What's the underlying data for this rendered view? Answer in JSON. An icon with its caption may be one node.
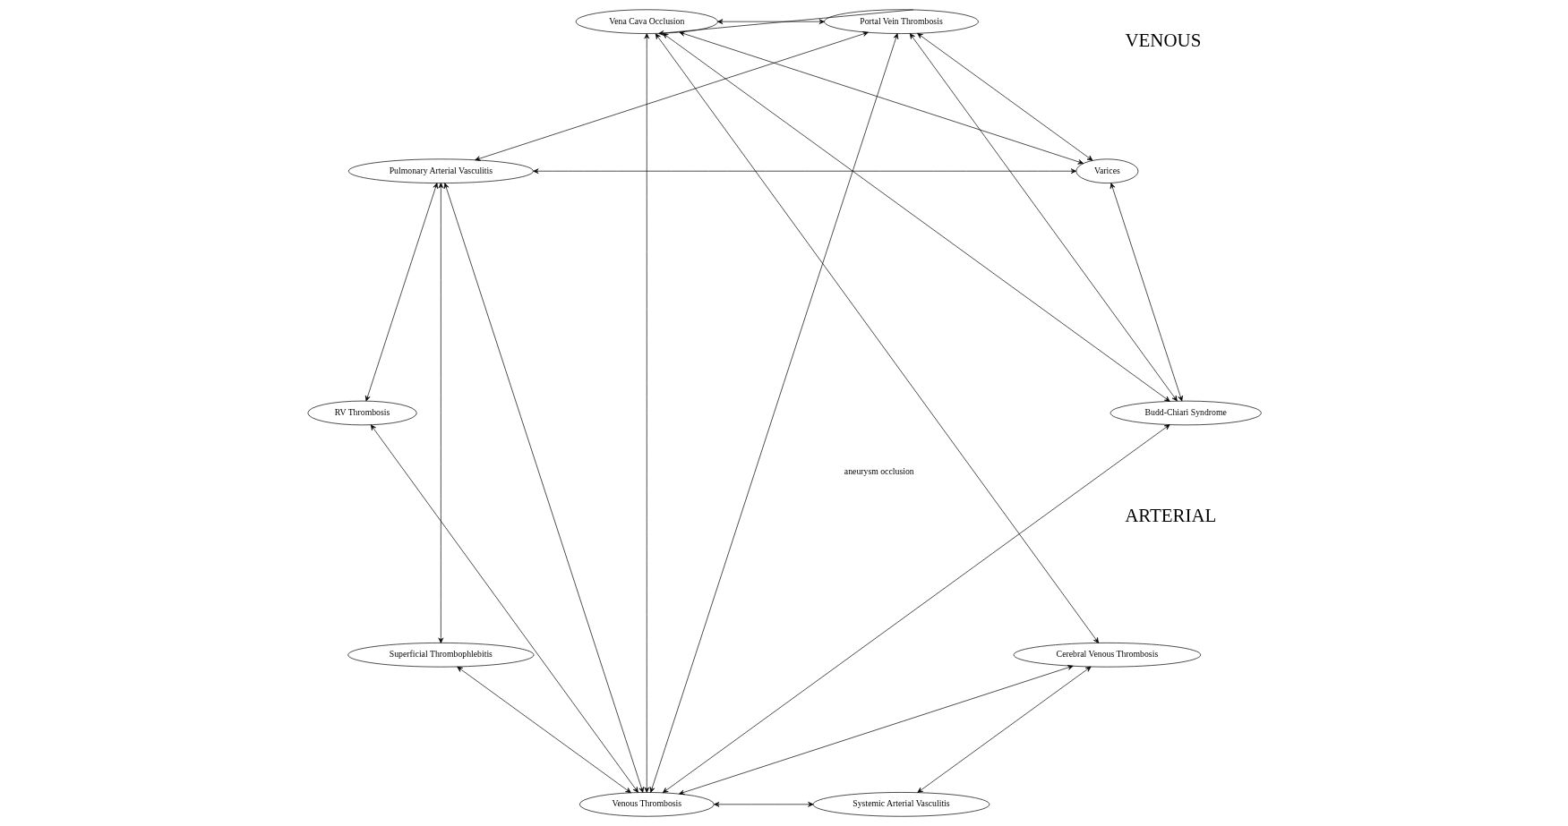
{
  "diagram": {
    "nodes": [
      {
        "text": [
          "Vena Cava Occlusion"
        ]
      },
      {
        "text": [
          "Portal Vein Thrombosis"
        ]
      },
      {
        "text": [
          "Budd-Chiari Syndrome"
        ]
      },
      {
        "text": [
          "Pulmonary Arterial Vasculitis"
        ]
      },
      {
        "text": [
          "RV Thrombosis"
        ]
      },
      {
        "text": [
          "Venous Thrombosis"
        ]
      },
      {
        "text": [
          "Superficial Thrombophlebitis"
        ]
      },
      {
        "text": [
          "Systemic Arterial Vasculitis"
        ]
      },
      {
        "text": [
          "Cerebral Venous Thrombosis"
        ]
      },
      {
        "text": [
          "Varices"
        ]
      }
    ],
    "edges": [
      {
        "from": 1,
        "to": 0,
        "arrow": "both"
      },
      {
        "from": 1,
        "to": 0,
        "arrow": "to"
      },
      {
        "from": 1,
        "to": 2,
        "arrow": "both"
      },
      {
        "from": 0,
        "to": 2,
        "arrow": "both"
      },
      {
        "from": 0,
        "to": 9,
        "arrow": "both"
      },
      {
        "from": 0,
        "to": 8,
        "arrow": "both"
      },
      {
        "from": 0,
        "to": 5,
        "arrow": "both"
      },
      {
        "from": 2,
        "to": 9,
        "arrow": "both"
      },
      {
        "from": 2,
        "to": 5,
        "arrow": "both"
      },
      {
        "from": 1,
        "to": 9,
        "arrow": "both"
      },
      {
        "from": 1,
        "to": 5,
        "arrow": "both"
      },
      {
        "from": 3,
        "to": 1,
        "arrow": "both"
      },
      {
        "from": 3,
        "to": 4,
        "arrow": "both"
      },
      {
        "from": 3,
        "to": 5,
        "arrow": "both"
      },
      {
        "from": 3,
        "to": 6,
        "arrow": "both"
      },
      {
        "from": 3,
        "to": 9,
        "arrow": "both"
      },
      {
        "from": 7,
        "to": 5,
        "arrow": "both"
      },
      {
        "from": 7,
        "to": 8,
        "arrow": "both"
      },
      {
        "from": 4,
        "to": 5,
        "arrow": "both"
      },
      {
        "from": 5,
        "to": 6,
        "arrow": "both"
      },
      {
        "from": 5,
        "to": 8,
        "arrow": "both"
      }
    ],
    "labels": [
      "aneurysm occlusion",
      "ARTERIAL",
      "VENOUS"
    ]
  }
}
